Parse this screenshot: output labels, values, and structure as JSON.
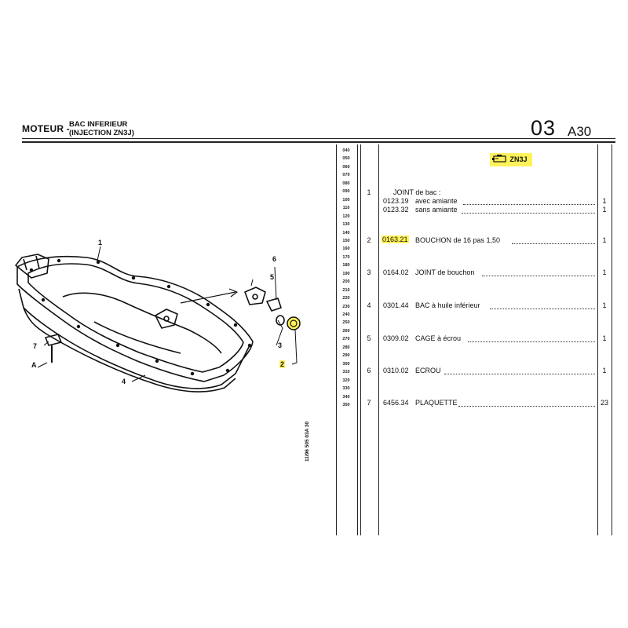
{
  "header": {
    "section": "MOTEUR -",
    "subtitle_line1": "BAC INFERIEUR",
    "subtitle_line2": "(INJECTION ZN3J)",
    "page_number": "03",
    "page_section": "A30"
  },
  "badge": {
    "icon": "engine-symbol-icon",
    "text": "ZN3J",
    "highlight_color": "#fff25a"
  },
  "row_numbers": [
    "040",
    "050",
    "060",
    "070",
    "080",
    "090",
    "100",
    "110",
    "120",
    "130",
    "140",
    "150",
    "160",
    "170",
    "180",
    "190",
    "200",
    "210",
    "220",
    "230",
    "240",
    "250",
    "260",
    "270",
    "280",
    "290",
    "300",
    "310",
    "320",
    "330",
    "340",
    "350"
  ],
  "parts": [
    {
      "item": "1",
      "ref": "",
      "desc": "JOINT de bac :",
      "qty": ""
    },
    {
      "item": "",
      "ref": "0123.19",
      "desc": "avec amiante",
      "qty": "1"
    },
    {
      "item": "",
      "ref": "0123.32",
      "desc": "sans amiante",
      "qty": "1"
    },
    {
      "item": "2",
      "ref": "0163.21",
      "desc": "BOUCHON de 16 pas 1,50",
      "qty": "1"
    },
    {
      "item": "3",
      "ref": "0164.02",
      "desc": "JOINT de bouchon",
      "qty": "1"
    },
    {
      "item": "4",
      "ref": "0301.44",
      "desc": "BAC à huile inférieur",
      "qty": "1"
    },
    {
      "item": "5",
      "ref": "0309.02",
      "desc": "CAGE à écrou",
      "qty": "1"
    },
    {
      "item": "6",
      "ref": "0310.02",
      "desc": "ECROU",
      "qty": "1"
    },
    {
      "item": "7",
      "ref": "6456.34",
      "desc": "PLAQUETTE",
      "qty": "23"
    }
  ],
  "diagram": {
    "callouts": [
      "1",
      "2",
      "3",
      "4",
      "5",
      "6",
      "7",
      "A"
    ],
    "side_code": "11/96 505 03A 30"
  }
}
